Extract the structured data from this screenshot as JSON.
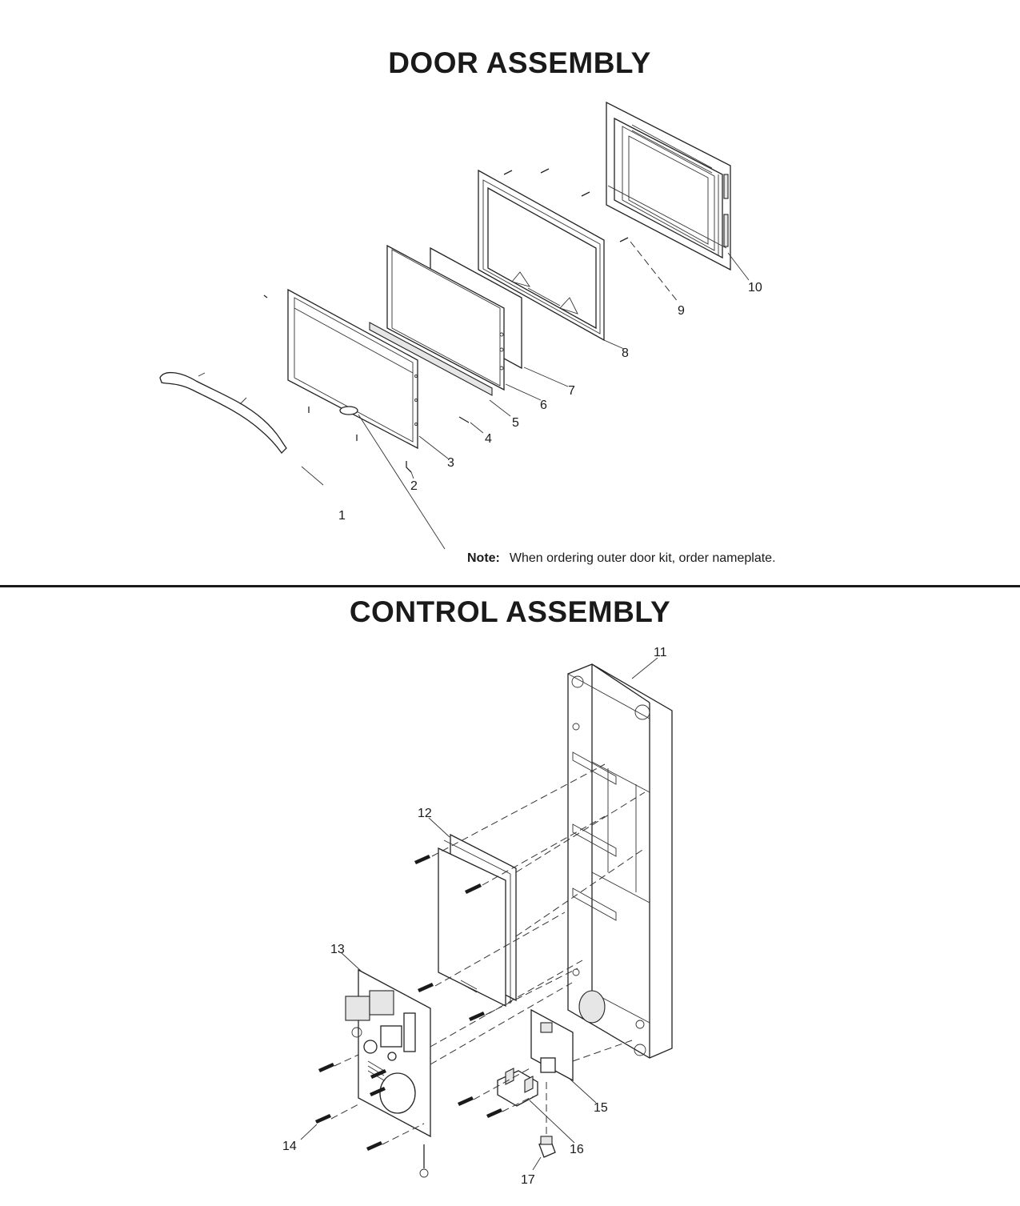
{
  "door_assembly": {
    "title": "DOOR ASSEMBLY",
    "callouts": [
      "1",
      "2",
      "3",
      "4",
      "5",
      "6",
      "7",
      "8",
      "9",
      "10"
    ],
    "note_label": "Note:",
    "note_text": "When ordering outer door kit, order nameplate."
  },
  "control_assembly": {
    "title": "CONTROL ASSEMBLY",
    "callouts": [
      "11",
      "12",
      "13",
      "14",
      "15",
      "16",
      "17"
    ]
  }
}
